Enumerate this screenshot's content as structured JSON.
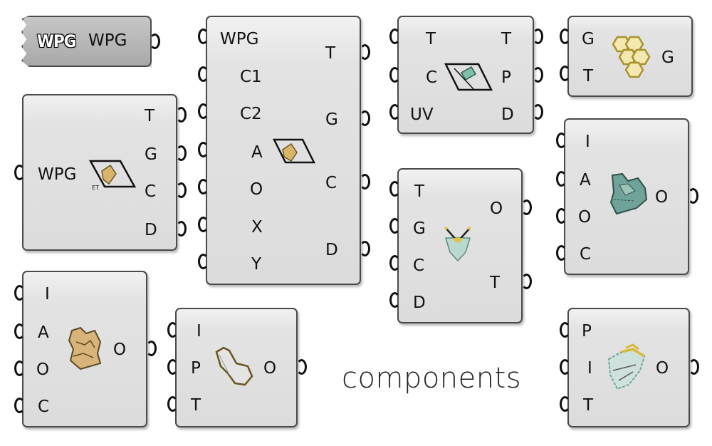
{
  "components": {
    "wpg_param": {
      "badge": "WPG",
      "label": "WPG"
    },
    "deconstruct_wpg": {
      "input": "WPG",
      "outputs": [
        "T",
        "G",
        "C",
        "D"
      ]
    },
    "construct_wpg": {
      "inputs": [
        "WPG",
        "C1",
        "C2",
        "A",
        "O",
        "X",
        "Y"
      ],
      "outputs": [
        "T",
        "G",
        "C",
        "D"
      ]
    },
    "cell_tc_uv": {
      "inputs": [
        "T",
        "C",
        "UV"
      ],
      "outputs": [
        "T",
        "P",
        "D"
      ]
    },
    "hex_gt": {
      "inputs": [
        "G",
        "T"
      ],
      "outputs": [
        "G"
      ]
    },
    "orient_tgcd": {
      "inputs": [
        "T",
        "G",
        "C",
        "D"
      ],
      "outputs": [
        "O",
        "T"
      ]
    },
    "teal_iaoc": {
      "inputs": [
        "I",
        "A",
        "O",
        "C"
      ],
      "outputs": [
        "O"
      ]
    },
    "tan_iaoc": {
      "inputs": [
        "I",
        "A",
        "O",
        "C"
      ],
      "outputs": [
        "O"
      ]
    },
    "outline_ipt": {
      "inputs": [
        "I",
        "P",
        "T"
      ],
      "outputs": [
        "O"
      ]
    },
    "teal_pit": {
      "inputs": [
        "P",
        "I",
        "T"
      ],
      "outputs": [
        "O"
      ]
    }
  },
  "caption": "components",
  "colors": {
    "component_fill": "#e0e0e0",
    "border": "#4a4a4a",
    "wire_port": "#111111",
    "icon_gold": "#d9b93a",
    "icon_tan": "#d8b47a",
    "icon_teal": "#6fa39a",
    "icon_grey": "#c9c9c9"
  }
}
